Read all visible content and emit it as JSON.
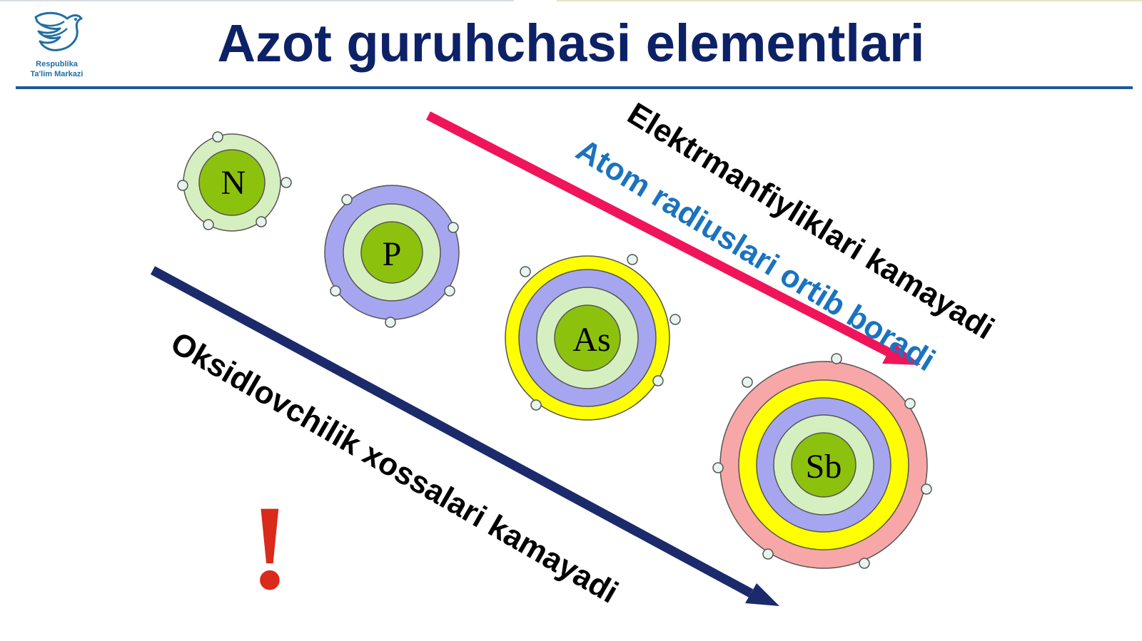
{
  "header": {
    "logo_line1": "Respublika",
    "logo_line2": "Ta'lim Markazi",
    "title": "Azot guruhchasi elementlari"
  },
  "elements": [
    {
      "symbol": "N"
    },
    {
      "symbol": "P"
    },
    {
      "symbol": "As"
    },
    {
      "symbol": "Sb"
    }
  ],
  "trends": {
    "electronegativity": "Elektrmanfiyliklari kamayadi",
    "atomic_radius": "Atom radiuslari ortib boradi",
    "oxidizing": "Oksidlovchilik xossalari kamayadi"
  },
  "note_mark": "!",
  "colors": {
    "title": "#0d2266",
    "divider": "#1d5a99",
    "pink_arrow": "#f0145a",
    "navy_arrow": "#1b2a6b",
    "radius_text": "#1a73c0",
    "nucleus": "#8cc20e",
    "shell_light_green": "#d6efc0",
    "shell_lavender": "#a6a6f0",
    "shell_yellow": "#ffff00",
    "shell_pink": "#f7a7a7",
    "exclamation": "#d92a1c"
  }
}
